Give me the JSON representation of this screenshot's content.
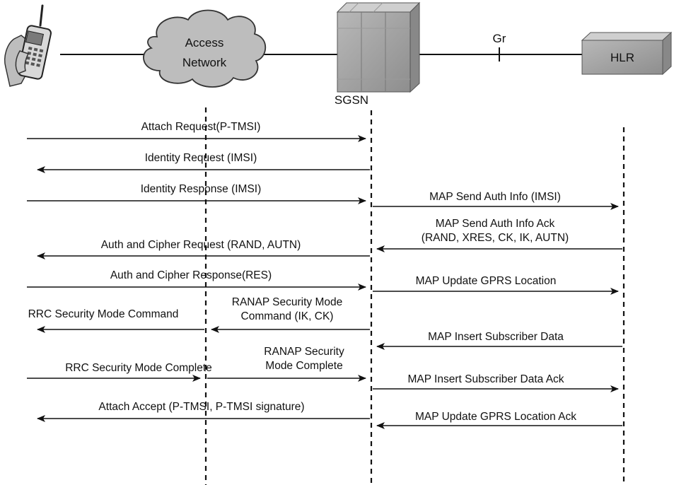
{
  "nodes": {
    "access_network": [
      "Access",
      "Network"
    ],
    "sgsn": "SGSN",
    "hlr": "HLR",
    "interface": "Gr"
  },
  "messages": [
    {
      "id": "attach-request",
      "lines": [
        "Attach Request(P-TMSI)"
      ],
      "from": "ms",
      "to": "sgsn"
    },
    {
      "id": "identity-request",
      "lines": [
        "Identity Request (IMSI)"
      ],
      "from": "sgsn",
      "to": "ms"
    },
    {
      "id": "identity-response",
      "lines": [
        "Identity Response (IMSI)"
      ],
      "from": "ms",
      "to": "sgsn"
    },
    {
      "id": "map-send-auth-info",
      "lines": [
        "MAP Send Auth Info (IMSI)"
      ],
      "from": "sgsn",
      "to": "hlr"
    },
    {
      "id": "map-send-auth-info-ack",
      "lines": [
        "MAP Send Auth Info Ack",
        "(RAND, XRES, CK, IK, AUTN)"
      ],
      "from": "hlr",
      "to": "sgsn"
    },
    {
      "id": "auth-cipher-request",
      "lines": [
        "Auth and Cipher Request (RAND, AUTN)"
      ],
      "from": "sgsn",
      "to": "ms"
    },
    {
      "id": "auth-cipher-response",
      "lines": [
        "Auth and Cipher Response(RES)"
      ],
      "from": "ms",
      "to": "sgsn"
    },
    {
      "id": "map-update-gprs-location",
      "lines": [
        "MAP Update GPRS Location"
      ],
      "from": "sgsn",
      "to": "hlr"
    },
    {
      "id": "ranap-security-mode-command",
      "lines": [
        "RANAP Security Mode",
        "Command (IK, CK)"
      ],
      "from": "sgsn",
      "to": "access_network"
    },
    {
      "id": "rrc-security-mode-command",
      "lines": [
        "RRC Security Mode Command"
      ],
      "from": "access_network",
      "to": "ms"
    },
    {
      "id": "map-insert-subscriber-data",
      "lines": [
        "MAP Insert Subscriber Data"
      ],
      "from": "hlr",
      "to": "sgsn"
    },
    {
      "id": "rrc-security-mode-complete",
      "lines": [
        "RRC Security Mode Complete"
      ],
      "from": "ms",
      "to": "access_network"
    },
    {
      "id": "ranap-security-mode-complete",
      "lines": [
        "RANAP Security",
        "Mode Complete"
      ],
      "from": "access_network",
      "to": "sgsn"
    },
    {
      "id": "map-insert-subscriber-data-ack",
      "lines": [
        "MAP Insert Subscriber Data Ack"
      ],
      "from": "sgsn",
      "to": "hlr"
    },
    {
      "id": "attach-accept",
      "lines": [
        "Attach Accept (P-TMSI, P-TMSI signature)"
      ],
      "from": "sgsn",
      "to": "ms"
    },
    {
      "id": "map-update-gprs-location-ack",
      "lines": [
        "MAP Update GPRS Location Ack"
      ],
      "from": "hlr",
      "to": "sgsn"
    }
  ],
  "colors": {
    "line": "#111111",
    "box_front": "#a7a7a7",
    "box_top": "#cfcfcf",
    "box_side": "#888888",
    "cloud": "#bdbdbd"
  }
}
